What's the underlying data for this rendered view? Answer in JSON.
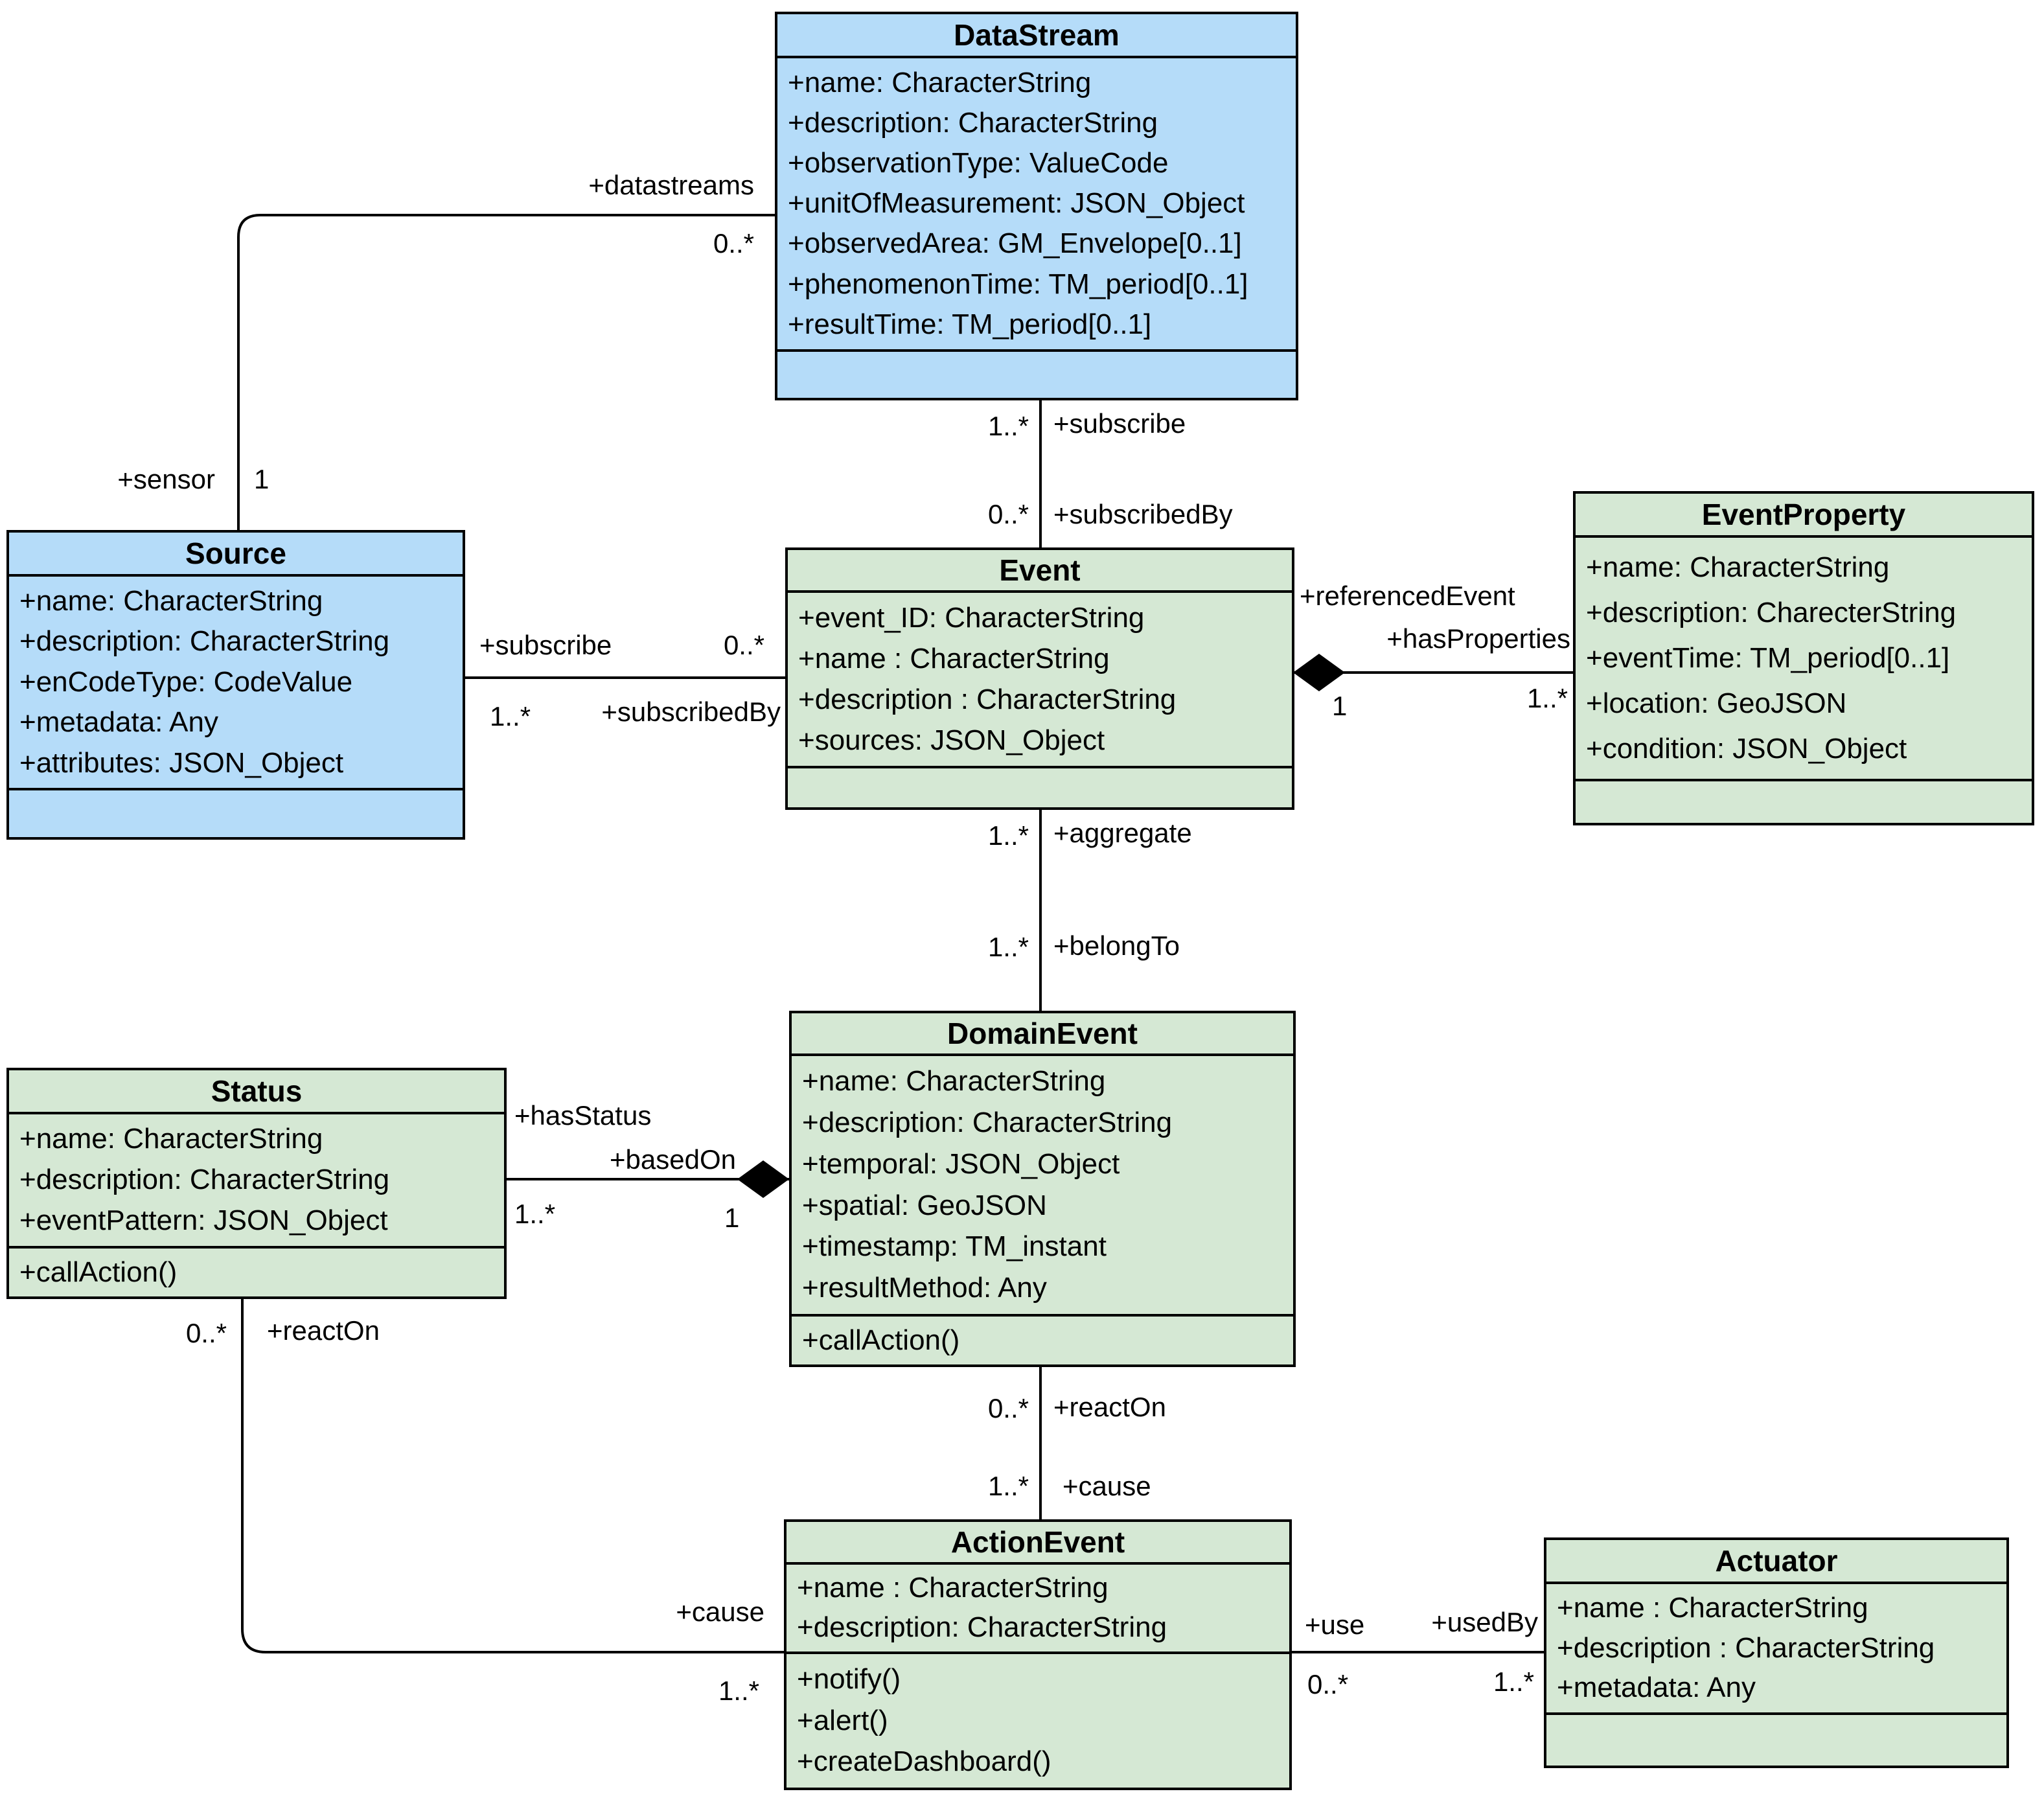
{
  "diagram": {
    "type": "uml-class-diagram",
    "colors": {
      "class_blue_fill": "#b5dcf9",
      "class_green_fill": "#d5e8d4",
      "border": "#000000",
      "line": "#000000",
      "background": "#ffffff"
    }
  },
  "classes": [
    {
      "id": "datastream",
      "name": "DataStream",
      "fill": "blue",
      "attributes": [
        "+name: CharacterString",
        "+description: CharacterString",
        "+observationType: ValueCode",
        "+unitOfMeasurement: JSON_Object",
        "+observedArea: GM_Envelope[0..1]",
        "+phenomenonTime: TM_period[0..1]",
        "+resultTime: TM_period[0..1]"
      ],
      "operations": []
    },
    {
      "id": "source",
      "name": "Source",
      "fill": "blue",
      "attributes": [
        "+name: CharacterString",
        "+description: CharacterString",
        "+enCodeType: CodeValue",
        "+metadata: Any",
        "+attributes: JSON_Object"
      ],
      "operations": []
    },
    {
      "id": "event",
      "name": "Event",
      "fill": "green",
      "attributes": [
        "+event_ID: CharacterString",
        "+name : CharacterString",
        "+description : CharacterString",
        "+sources: JSON_Object"
      ],
      "operations": []
    },
    {
      "id": "eventproperty",
      "name": "EventProperty",
      "fill": "green",
      "attributes": [
        "+name: CharacterString",
        "+description: CharecterString",
        "+eventTime: TM_period[0..1]",
        "+location: GeoJSON",
        "+condition: JSON_Object"
      ],
      "operations": []
    },
    {
      "id": "domainevent",
      "name": "DomainEvent",
      "fill": "green",
      "attributes": [
        "+name: CharacterString",
        "+description: CharacterString",
        "+temporal: JSON_Object",
        "+spatial: GeoJSON",
        "+timestamp: TM_instant",
        "+resultMethod: Any"
      ],
      "operations": [
        "+callAction()"
      ]
    },
    {
      "id": "status",
      "name": "Status",
      "fill": "green",
      "attributes": [
        "+name: CharacterString",
        "+description: CharacterString",
        "+eventPattern: JSON_Object"
      ],
      "operations": [
        "+callAction()"
      ]
    },
    {
      "id": "actionevent",
      "name": "ActionEvent",
      "fill": "green",
      "attributes": [
        "+name : CharacterString",
        "+description: CharacterString"
      ],
      "operations": [
        "+notify()",
        "+alert()",
        "+createDashboard()"
      ]
    },
    {
      "id": "actuator",
      "name": "Actuator",
      "fill": "green",
      "attributes": [
        "+name : CharacterString",
        "+description : CharacterString",
        "+metadata: Any"
      ],
      "operations": []
    }
  ],
  "edges": [
    {
      "id": "source-datastream",
      "kind": "association",
      "labels": {
        "source_role": "+sensor",
        "source_mult": "1",
        "target_role": "+datastreams",
        "target_mult": "0..*"
      }
    },
    {
      "id": "datastream-event",
      "kind": "association",
      "labels": {
        "source_role": "+subscribe",
        "source_mult": "1..*",
        "target_role": "+subscribedBy",
        "target_mult": "0..*"
      }
    },
    {
      "id": "source-event",
      "kind": "association",
      "labels": {
        "source_role": "+subscribe",
        "source_mult": "1..*",
        "target_role": "+subscribedBy",
        "target_mult": "0..*"
      }
    },
    {
      "id": "event-eventproperty",
      "kind": "composition",
      "labels": {
        "source_role": "+referencedEvent",
        "source_mult": "1",
        "target_role": "+hasProperties",
        "target_mult": "1..*"
      }
    },
    {
      "id": "event-domainevent",
      "kind": "association",
      "labels": {
        "source_role": "+aggregate",
        "source_mult": "1..*",
        "target_role": "+belongTo",
        "target_mult": "1..*"
      }
    },
    {
      "id": "status-domainevent",
      "kind": "composition",
      "labels": {
        "source_role": "+hasStatus",
        "source_mult": "1..*",
        "target_role": "+basedOn",
        "target_mult": "1"
      }
    },
    {
      "id": "domainevent-actionevent",
      "kind": "association",
      "labels": {
        "source_role": "+reactOn",
        "source_mult": "0..*",
        "target_role": "+cause",
        "target_mult": "1..*"
      }
    },
    {
      "id": "actionevent-actuator",
      "kind": "association",
      "labels": {
        "source_role": "+use",
        "source_mult": "0..*",
        "target_role": "+usedBy",
        "target_mult": "1..*"
      }
    },
    {
      "id": "status-actionevent",
      "kind": "association",
      "labels": {
        "source_role": "+reactOn",
        "source_mult": "0..*",
        "target_role": "+cause",
        "target_mult": "1..*"
      }
    }
  ]
}
